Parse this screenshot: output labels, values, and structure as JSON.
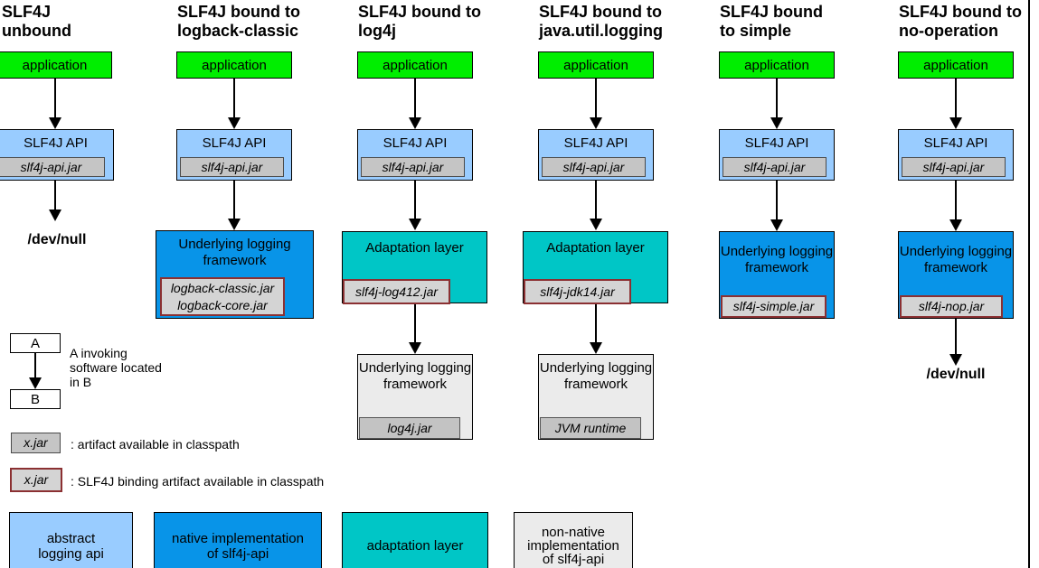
{
  "columns": [
    {
      "title1": "SLF4J",
      "title2": "unbound",
      "app": "application",
      "api": "SLF4J API",
      "api_jar": "slf4j-api.jar",
      "sink": "/dev/null"
    },
    {
      "title1": "SLF4J bound to",
      "title2": "logback-classic",
      "app": "application",
      "api": "SLF4J API",
      "api_jar": "slf4j-api.jar",
      "impl": "Underlying logging framework",
      "impl_jar_line1": "logback-classic.jar",
      "impl_jar_line2": "logback-core.jar"
    },
    {
      "title1": "SLF4J bound to",
      "title2": "log4j",
      "app": "application",
      "api": "SLF4J API",
      "api_jar": "slf4j-api.jar",
      "adapt": "Adaptation layer",
      "adapt_jar": "slf4j-log412.jar",
      "fw": "Underlying logging framework",
      "fw_jar": "log4j.jar"
    },
    {
      "title1": "SLF4J bound to",
      "title2": "java.util.logging",
      "app": "application",
      "api": "SLF4J API",
      "api_jar": "slf4j-api.jar",
      "adapt": "Adaptation layer",
      "adapt_jar": "slf4j-jdk14.jar",
      "fw": "Underlying logging framework",
      "fw_jar": "JVM runtime"
    },
    {
      "title1": "SLF4J bound",
      "title2": "to simple",
      "app": "application",
      "api": "SLF4J API",
      "api_jar": "slf4j-api.jar",
      "impl": "Underlying logging framework",
      "impl_jar": "slf4j-simple.jar"
    },
    {
      "title1": "SLF4J bound to",
      "title2": "no-operation",
      "app": "application",
      "api": "SLF4J API",
      "api_jar": "slf4j-api.jar",
      "impl": "Underlying logging framework",
      "impl_jar": "slf4j-nop.jar",
      "sink": "/dev/null"
    }
  ],
  "legend": {
    "box_a": "A",
    "box_b": "B",
    "invoke_line1": "A invoking",
    "invoke_line2": "software located",
    "invoke_line3": "in B",
    "jar_sample": "x.jar",
    "jar_caption": ": artifact available in classpath",
    "binding_jar_sample": "x.jar",
    "binding_jar_caption": ": SLF4J binding artifact available in classpath"
  },
  "color_legend": [
    {
      "lines": [
        "abstract",
        "logging api"
      ],
      "color": "#99ccff"
    },
    {
      "lines": [
        "native implementation",
        "of slf4j-api"
      ],
      "color": "#0894e8"
    },
    {
      "lines": [
        "adaptation layer"
      ],
      "color": "#00c6c6"
    },
    {
      "lines": [
        "non-native",
        "implementation",
        "of slf4j-api"
      ],
      "color": "#ebebeb"
    }
  ],
  "colors": {
    "application_green": "#00ee00",
    "abstract_api_blue": "#99ccff",
    "native_impl_blue": "#0894e8",
    "adaptation_teal": "#00c6c6",
    "non_native_gray": "#ebebeb",
    "artifact_gray": "#c5c5c5",
    "binding_border_red": "#8b3032"
  }
}
